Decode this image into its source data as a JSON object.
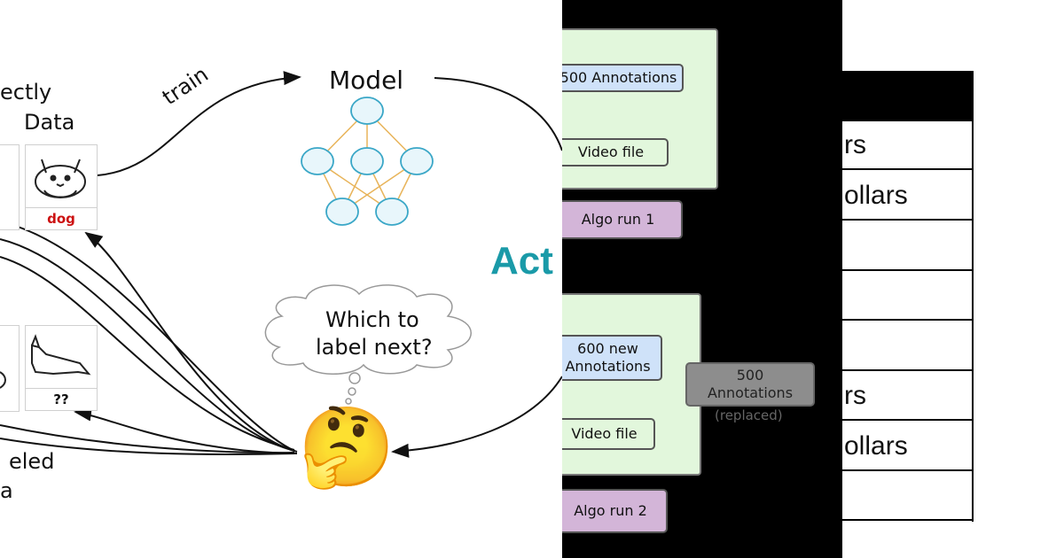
{
  "left_diagram": {
    "top_left_label_line1": "ectly",
    "top_left_label_line2": "Data",
    "train_label": "train",
    "model_label": "Model",
    "cat_label": "dog",
    "unknown_label": "??",
    "bottom_left_label_line1": "eled",
    "bottom_left_label_line2": "a",
    "thought_line1": "Which to",
    "thought_line2": "label next?",
    "active_label": "Act",
    "thinking_emoji": "🤔",
    "colors": {
      "accent_teal": "#1a9aa8",
      "label_red": "#cc1111",
      "network_edge": "#e8b45a",
      "node_fill": "#e8f6fb",
      "node_stroke": "#3aa7c7"
    }
  },
  "middle_diagram": {
    "group1": {
      "annotations_label": "500 Annotations",
      "video_label": "Video file",
      "algo_label": "Algo run 1"
    },
    "group2": {
      "annotations_line1": "600 new",
      "annotations_line2": "Annotations",
      "video_label": "Video file",
      "algo_label": "Algo run 2"
    },
    "replaced_box": {
      "line1": "500",
      "line2": "Annotations",
      "note": "(replaced)"
    },
    "colors": {
      "group_fill": "#e2f7dc",
      "annotation_fill": "#cfe2f9",
      "algo_fill": "#d3b5d8",
      "replaced_fill": "#8d8d8d"
    }
  },
  "right_table": {
    "rows": [
      "rs",
      "ollars",
      "",
      "",
      "",
      "rs",
      "ollars",
      ""
    ]
  }
}
